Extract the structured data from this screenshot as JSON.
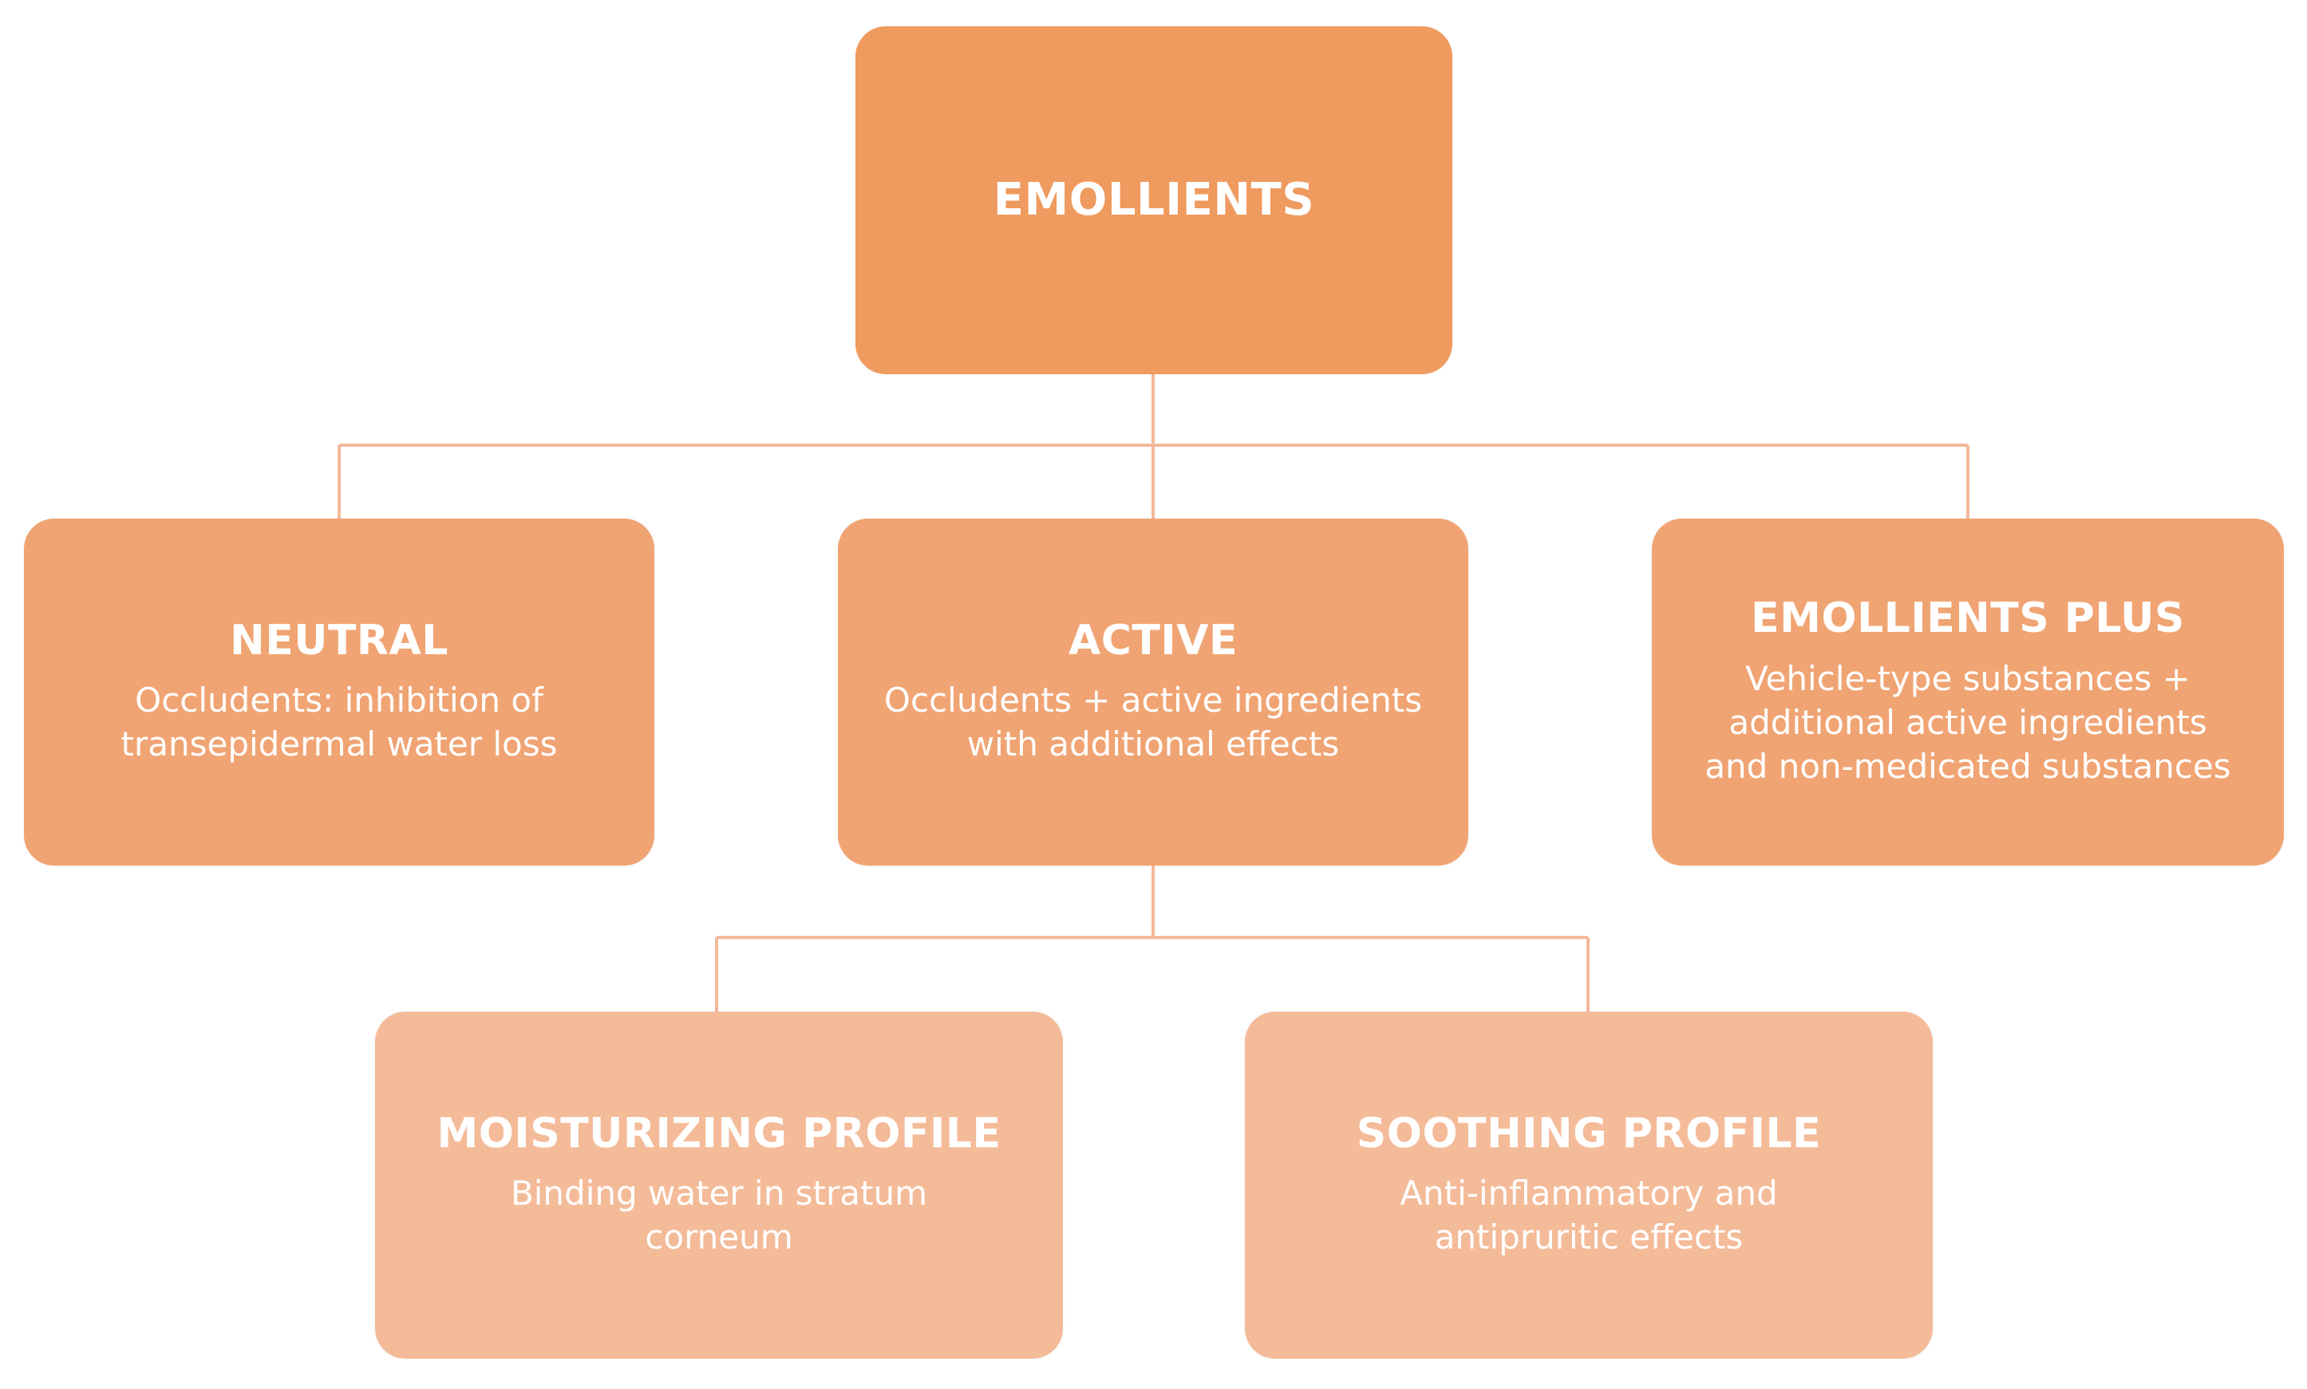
{
  "colors": {
    "root": "#ef9a5e",
    "level1": "#f0a473",
    "level2": "#f4bb99",
    "connector": "#f3b99a"
  },
  "nodes": {
    "root": {
      "title": "EMOLLIENTS"
    },
    "neutral": {
      "title": "NEUTRAL",
      "desc": "Occludents: inhibition of\ntransepidermal water loss"
    },
    "active": {
      "title": "ACTIVE",
      "desc": "Occludents + active ingredients\nwith additional effects"
    },
    "emollients_plus": {
      "title": "EMOLLIENTS PLUS",
      "desc": "Vehicle-type substances +\nadditional active ingredients\nand non-medicated substances"
    },
    "moisturizing": {
      "title": "MOISTURIZING PROFILE",
      "desc": "Binding water in stratum\ncorneum"
    },
    "soothing": {
      "title": "SOOTHING PROFILE",
      "desc": "Anti-inflammatory and\nantipruritic effects"
    }
  }
}
